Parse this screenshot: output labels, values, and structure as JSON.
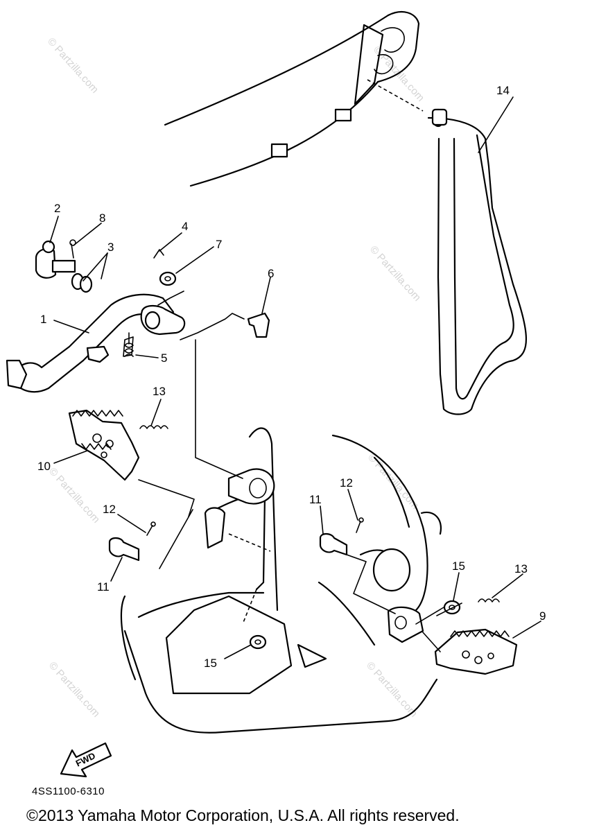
{
  "diagram": {
    "part_numbers": {
      "p1": "1",
      "p2": "2",
      "p3": "3",
      "p4": "4",
      "p5": "5",
      "p6": "6",
      "p7": "7",
      "p8": "8",
      "p9": "9",
      "p10": "10",
      "p11a": "11",
      "p11b": "11",
      "p12a": "12",
      "p12b": "12",
      "p13a": "13",
      "p13b": "13",
      "p14": "14",
      "p15a": "15",
      "p15b": "15"
    },
    "watermark": "© Partzilla.com",
    "fwd_label": "FWD",
    "diagram_code": "4SS1100-6310",
    "copyright": "©2013 Yamaha Motor Corporation, U.S.A. All rights reserved."
  }
}
